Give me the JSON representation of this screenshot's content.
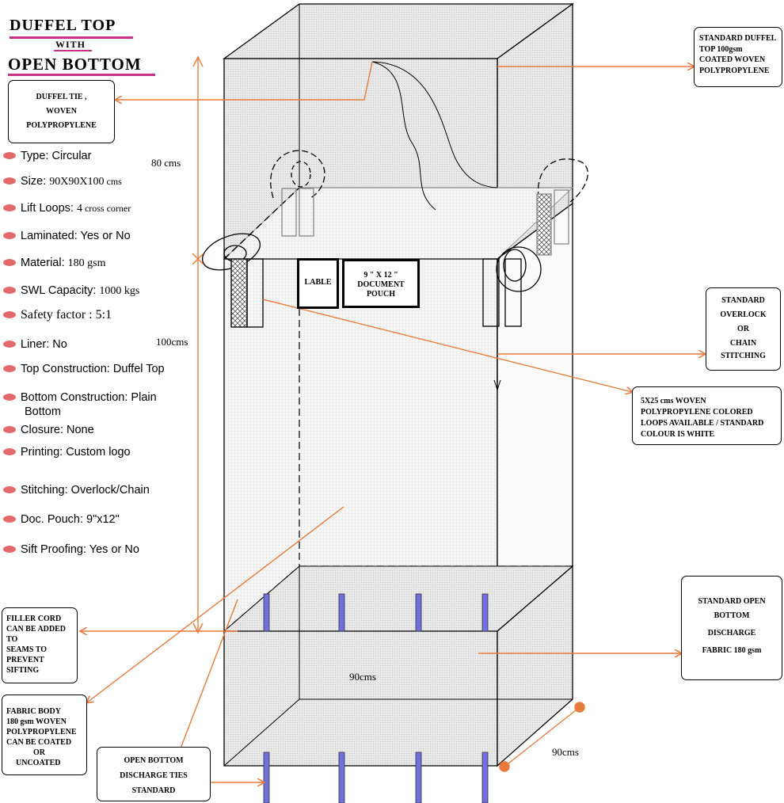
{
  "title": {
    "line1": "DUFFEL  TOP",
    "line2": "WITH",
    "line3": "OPEN  BOTTOM"
  },
  "callouts": {
    "duffel_tie": [
      "DUFFEL    TIE ,",
      "WOVEN",
      "POLYPROPYLENE"
    ],
    "standard_duffel_top": [
      "STANDARD DUFFEL",
      "TOP     100gsm",
      "COATED WOVEN",
      "POLYPROPYLENE"
    ],
    "stitching": [
      "STANDARD",
      "OVERLOCK",
      "OR",
      "CHAIN",
      "STITCHING"
    ],
    "loops": [
      "5X25 cms  WOVEN",
      "POLYPROPYLENE COLORED",
      "LOOPS AVAILABLE / STANDARD",
      "COLOUR IS WHITE"
    ],
    "open_bottom_discharge": [
      "STANDARD OPEN",
      "BOTTOM",
      "DISCHARGE",
      "FABRIC  180 gsm"
    ],
    "filler_cord": [
      "FILLER CORD",
      "CAN BE ADDED",
      "TO",
      "SEAMS    TO",
      "PREVENT",
      "SIFTING"
    ],
    "fabric_body": [
      "FABRIC BODY",
      "180 gsm WOVEN",
      "POLYPROPYLENE",
      "CAN BE COATED",
      "OR",
      "UNCOATED"
    ],
    "discharge_ties": [
      "OPEN BOTTOM",
      "DISCHARGE TIES",
      "STANDARD"
    ]
  },
  "labels": {
    "lable": "LABLE",
    "pouch": [
      "9 \" X  12 \"",
      "DOCUMENT",
      "POUCH"
    ]
  },
  "dimensions": {
    "height_top": "80   cms",
    "height_body": "100cms",
    "width_front": "90cms",
    "depth": "90cms"
  },
  "specs": [
    {
      "label": "Type: Circular",
      "value": ""
    },
    {
      "label": "Size: ",
      "value": "90X90X100",
      "suffix": " cms"
    },
    {
      "label": "Lift Loops:  ",
      "value": "4",
      "suffix": " cross corner"
    },
    {
      "label": "Laminated: Yes or No",
      "value": ""
    },
    {
      "label": "Material: ",
      "value": "180 gsm"
    },
    {
      "label": "SWL Capacity:  ",
      "value": "1000 kgs"
    },
    {
      "label": "Safety factor :  5:1",
      "value": ""
    },
    {
      "label": "Liner: No",
      "value": ""
    },
    {
      "label": "Top Construction: Duffel Top",
      "value": ""
    },
    {
      "label": "Bottom Construction: Plain",
      "value": "",
      "line2": "Bottom"
    },
    {
      "label": "Closure: None",
      "value": ""
    },
    {
      "label": "Printing: Custom logo",
      "value": ""
    },
    {
      "label": "Stitching: Overlock/Chain",
      "value": ""
    },
    {
      "label": "Doc. Pouch: 9\"x12\"",
      "value": ""
    },
    {
      "label": "Sift Proofing: Yes or No",
      "value": ""
    }
  ],
  "colors": {
    "arrow": "#e87a3a",
    "title_underline": "#c8308a",
    "tie": "#7070e0",
    "bullet": "#e46a6a",
    "fabric": "#e6e6e6"
  }
}
